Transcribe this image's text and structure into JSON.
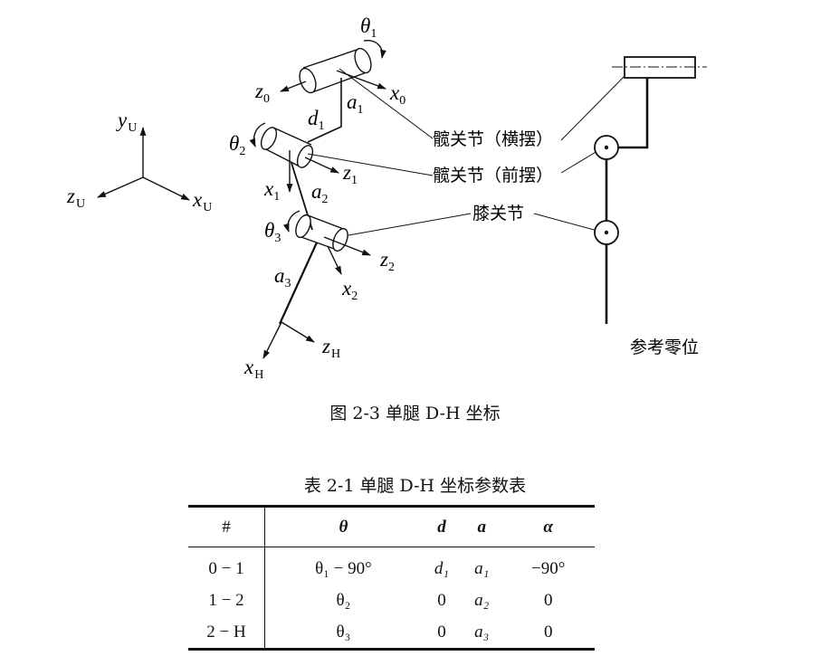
{
  "figure": {
    "ref_axes": {
      "y": "y",
      "y_sub": "U",
      "z": "z",
      "z_sub": "U",
      "x": "x",
      "x_sub": "U"
    },
    "symbols": {
      "theta": "θ",
      "sub1": "1",
      "sub2": "2",
      "sub3": "3",
      "sub0": "0",
      "subH": "H",
      "z": "z",
      "x": "x",
      "a": "a",
      "d": "d"
    },
    "callouts": {
      "hip_yaw": "髋关节（横摆）",
      "hip_pitch": "髋关节（前摆）",
      "knee": "膝关节",
      "zero_position": "参考零位"
    },
    "caption": "图 2-3  单腿 D-H 坐标"
  },
  "table": {
    "caption": "表 2-1  单腿 D-H 坐标参数表",
    "headers": [
      "#",
      "θ",
      "d",
      "a",
      "α"
    ],
    "rows": [
      [
        "0 − 1",
        "θ₁ − 90°",
        "d₁",
        "a₁",
        "−90°"
      ],
      [
        "1 − 2",
        "θ₂",
        "0",
        "a₂",
        "0"
      ],
      [
        "2 − H",
        "θ₃",
        "0",
        "a₃",
        "0"
      ]
    ]
  }
}
